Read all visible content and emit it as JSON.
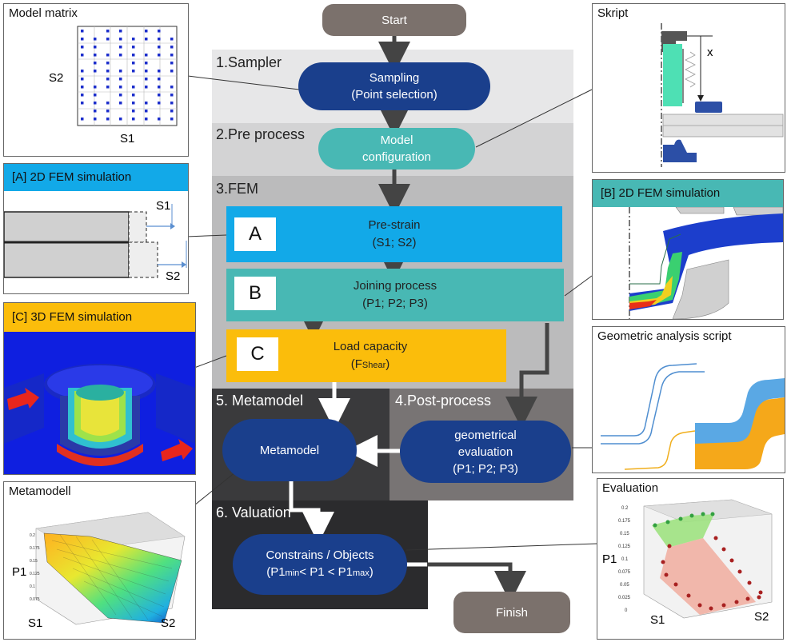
{
  "flow": {
    "start": "Start",
    "finish": "Finish",
    "sampler": {
      "label": "1.Sampler",
      "box_line1": "Sampling",
      "box_line2": "(Point selection)"
    },
    "preprocess": {
      "label": "2.Pre process",
      "box_line1": "Model",
      "box_line2": "configuration"
    },
    "fem": {
      "label": "3.FEM",
      "a": {
        "letter": "A",
        "line1": "Pre-strain",
        "line2": "(S1; S2)"
      },
      "b": {
        "letter": "B",
        "line1": "Joining process",
        "line2": "(P1; P2; P3)"
      },
      "c": {
        "letter": "C",
        "line1": "Load capacity",
        "line2_main": "(F",
        "line2_sub": "Shear",
        "line2_end": ")"
      }
    },
    "postprocess": {
      "label": "4.Post-process",
      "box_line1": "geometrical",
      "box_line2": "evaluation",
      "box_line3": "(P1; P2; P3)"
    },
    "metamodel": {
      "label": "5. Metamodel",
      "box": "Metamodel"
    },
    "valuation": {
      "label": "6. Valuation",
      "line1": "Constrains / Objects",
      "l2_a": "(P1",
      "l2_a_sub": "min",
      "l2_b": "< P1 < P1",
      "l2_b_sub": "max",
      "l2_c": ")"
    }
  },
  "panels": {
    "model_matrix": {
      "title": "Model matrix",
      "ylabel": "S2",
      "xlabel": "S1"
    },
    "fem2d_a": {
      "title": "[A] 2D FEM simulation",
      "s1": "S1",
      "s2": "S2"
    },
    "fem3d_c": {
      "title": "[C] 3D FEM simulation"
    },
    "metamodell": {
      "title": "Metamodell",
      "ylabel": "P1",
      "xlabel1": "S1",
      "xlabel2": "S2"
    },
    "skript": {
      "title": "Skript",
      "x": "x"
    },
    "fem2d_b": {
      "title": "[B] 2D FEM simulation"
    },
    "geometric": {
      "title": "Geometric analysis script"
    },
    "evaluation": {
      "title": "Evaluation",
      "ylabel": "P1",
      "xlabel1": "S1",
      "xlabel2": "S2"
    }
  },
  "colors": {
    "dark_blue": "#1a3f8c",
    "teal": "#48b8b4",
    "sky": "#12a9e8",
    "amber": "#fbbd0b",
    "finish_gray": "#7b716c"
  }
}
